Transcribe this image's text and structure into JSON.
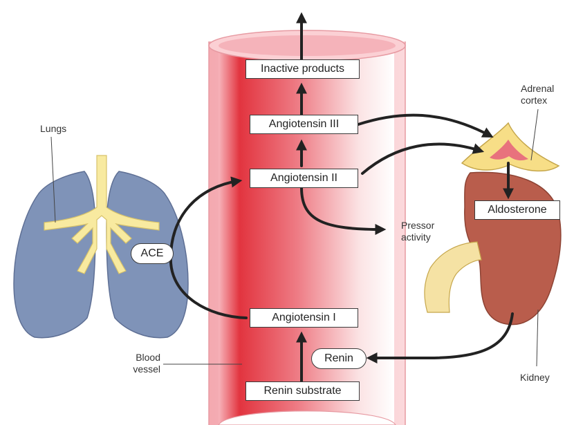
{
  "boxes": {
    "inactive_products": "Inactive products",
    "angiotensin_iii": "Angiotensin III",
    "angiotensin_ii": "Angiotensin II",
    "angiotensin_i": "Angiotensin I",
    "renin_substrate": "Renin substrate",
    "aldosterone": "Aldosterone"
  },
  "pills": {
    "ace": "ACE",
    "renin": "Renin"
  },
  "labels": {
    "lungs": "Lungs",
    "blood_vessel": [
      "Blood",
      "vessel"
    ],
    "adrenal_cortex": [
      "Adrenal",
      "cortex"
    ],
    "pressor_activity": [
      "Pressor",
      "activity"
    ],
    "kidney": "Kidney"
  },
  "colors": {
    "vessel_red": "#e2343f",
    "vessel_pink": "#f6c3c6",
    "lung_blue": "#7f93b8",
    "airway_yellow": "#f8eaa0",
    "adrenal_yellow": "#f7de87",
    "adrenal_center": "#e8727d",
    "kidney_brown": "#b95d4c",
    "arrow": "#222222"
  }
}
